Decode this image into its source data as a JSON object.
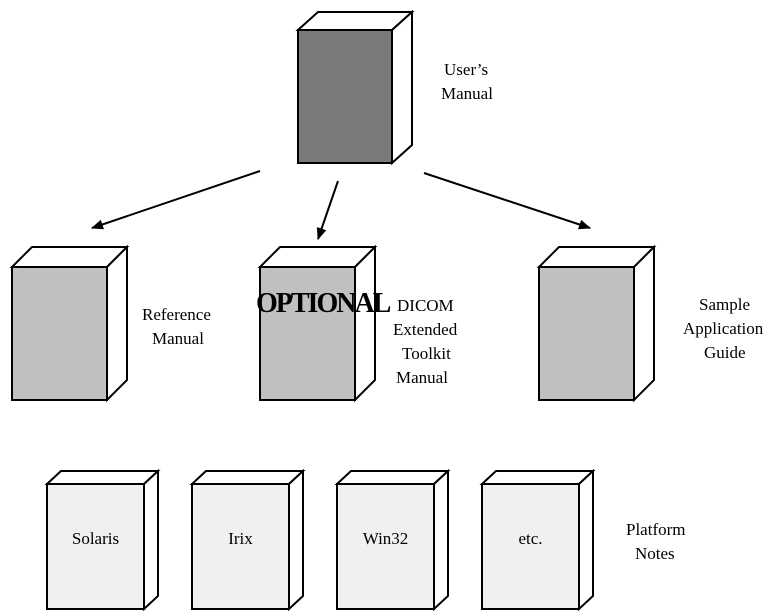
{
  "colors": {
    "users_manual_cover": "#7a7a7a",
    "manual_cover": "#c0c0c0",
    "platform_cover": "#f0f0f0",
    "outline": "#000000"
  },
  "users_manual": {
    "label_line1": "User’s",
    "label_line2": "Manual"
  },
  "reference_manual": {
    "label_line1": "Reference",
    "label_line2": "Manual"
  },
  "extended_toolkit": {
    "badge": "OPTIONAL",
    "label_line1": "DICOM",
    "label_line2": "Extended",
    "label_line3": "Toolkit",
    "label_line4": "Manual"
  },
  "sample_app_guide": {
    "label_line1": "Sample",
    "label_line2": "Application",
    "label_line3": "Guide"
  },
  "platform_notes": {
    "books": [
      "Solaris",
      "Irix",
      "Win32",
      "etc."
    ],
    "label_line1": "Platform",
    "label_line2": "Notes"
  }
}
